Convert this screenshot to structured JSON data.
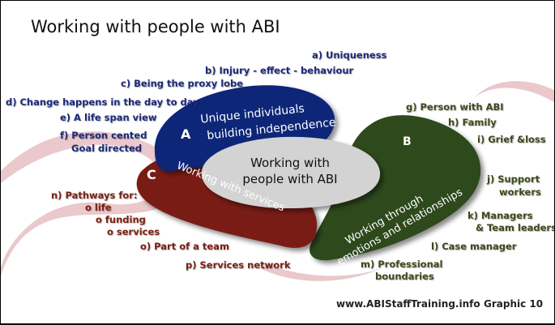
{
  "title": "Working with people with ABI",
  "center": {
    "line1": "Working with",
    "line2": "people with ABI"
  },
  "section_a": {
    "letter": "A",
    "line1": "Unique individuals",
    "line2": "building independence",
    "color": "#0d2578",
    "items": [
      "a) Uniqueness",
      "b) Injury - effect - behaviour",
      "c) Being the proxy lobe",
      "d) Change happens in the day to day",
      "e) A life span view",
      "f) Person cented",
      "Goal directed"
    ]
  },
  "section_b": {
    "letter": "B",
    "line1": "Working through",
    "line2": "emotions and relationships",
    "color": "#2f4a1c",
    "items": [
      "g) Person with ABI",
      "h) Family",
      "i) Grief &loss",
      "j) Support",
      "workers",
      "k) Managers",
      "& Team leaders",
      "l) Case manager",
      "m) Professional",
      "boundaries"
    ]
  },
  "section_c": {
    "letter": "C",
    "line1": "Working with services",
    "color": "#7a1f12",
    "items": [
      "n) Pathways for:",
      "o  life",
      "o  funding",
      "o  services",
      "o) Part of a team",
      "p) Services network"
    ]
  },
  "footer": {
    "url": "www.ABIStaffTraining.info",
    "graphic": "Graphic 10"
  }
}
